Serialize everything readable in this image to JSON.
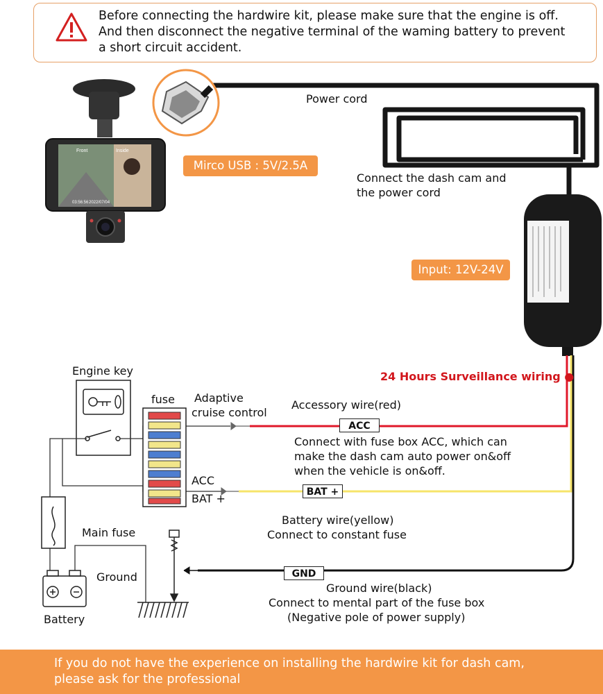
{
  "warning": {
    "lines": [
      "Before connecting the hardwire kit, please make sure that the engine is off.",
      "And then disconnect the negative terminal of the waming battery to prevent",
      "a short circuit accident."
    ]
  },
  "labels": {
    "power_cord": "Power cord",
    "micro_usb": "Mirco USB : 5V/2.5A",
    "connect_dash_cam": [
      "Connect the dash cam and",
      "the power cord"
    ],
    "input_voltage": "Input: 12V-24V",
    "surveillance": "24 Hours Surveillance wiring",
    "engine_key": "Engine key",
    "fuse": "fuse",
    "adaptive_cruise": [
      "Adaptive",
      "cruise control"
    ],
    "accessory_wire": "Accessory wire(red)",
    "acc_tag": "ACC",
    "acc_desc": [
      "Connect with fuse box ACC, which can",
      "make the dash cam auto power on&off",
      "when the vehicle is on&off."
    ],
    "acc_fuse": "ACC",
    "bat_fuse": "BAT +",
    "bat_tag": "BAT +",
    "battery_wire": [
      "Battery wire(yellow)",
      "Connect to constant fuse"
    ],
    "main_fuse": "Main fuse",
    "ground": "Ground",
    "battery": "Battery",
    "gnd_tag": "GND",
    "ground_wire": [
      "Ground wire(black)",
      "Connect to mental part of the fuse box",
      "(Negative pole of power supply)"
    ]
  },
  "dashcam_screen": {
    "front": "Front",
    "inside": "Inside",
    "time": "03:56:56",
    "date": "2022/07/04"
  },
  "footer": {
    "lines": [
      "If you do not have the experience on installing the hardwire kit for dash cam,",
      "please ask for the professional"
    ]
  },
  "colors": {
    "accent": "#f39646",
    "warning_border": "#e6a066",
    "acc_wire": "#e0182a",
    "bat_wire": "#f6e46a",
    "gnd_wire": "#111111",
    "surveillance_text": "#d2161c"
  }
}
